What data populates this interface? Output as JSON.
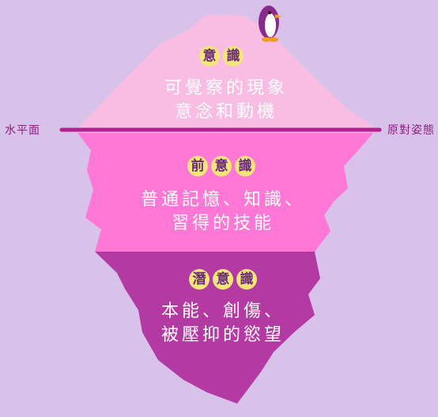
{
  "colors": {
    "background": "#d8c2ea",
    "conscious": "#f9bde3",
    "preconscious": "#ff78d6",
    "unconscious": "#b43aa3",
    "waterline": "#b0208f",
    "badge": "#f3e57a"
  },
  "waterline": {
    "left_label": "水平面",
    "right_label": "原對姿態"
  },
  "layers": [
    {
      "badge": [
        "意",
        "識"
      ],
      "lines": [
        "可覺察的現象",
        "意念和動機"
      ],
      "text_color": "#ffffff"
    },
    {
      "badge": [
        "前",
        "意",
        "識"
      ],
      "lines": [
        "普通記憶、知識、",
        "習得的技能"
      ],
      "text_color": "#ffffff"
    },
    {
      "badge": [
        "潛",
        "意",
        "識"
      ],
      "lines": [
        "本能、創傷、",
        "被壓抑的慾望"
      ],
      "text_color": "#ffffff"
    }
  ],
  "penguin_icon": "penguin"
}
